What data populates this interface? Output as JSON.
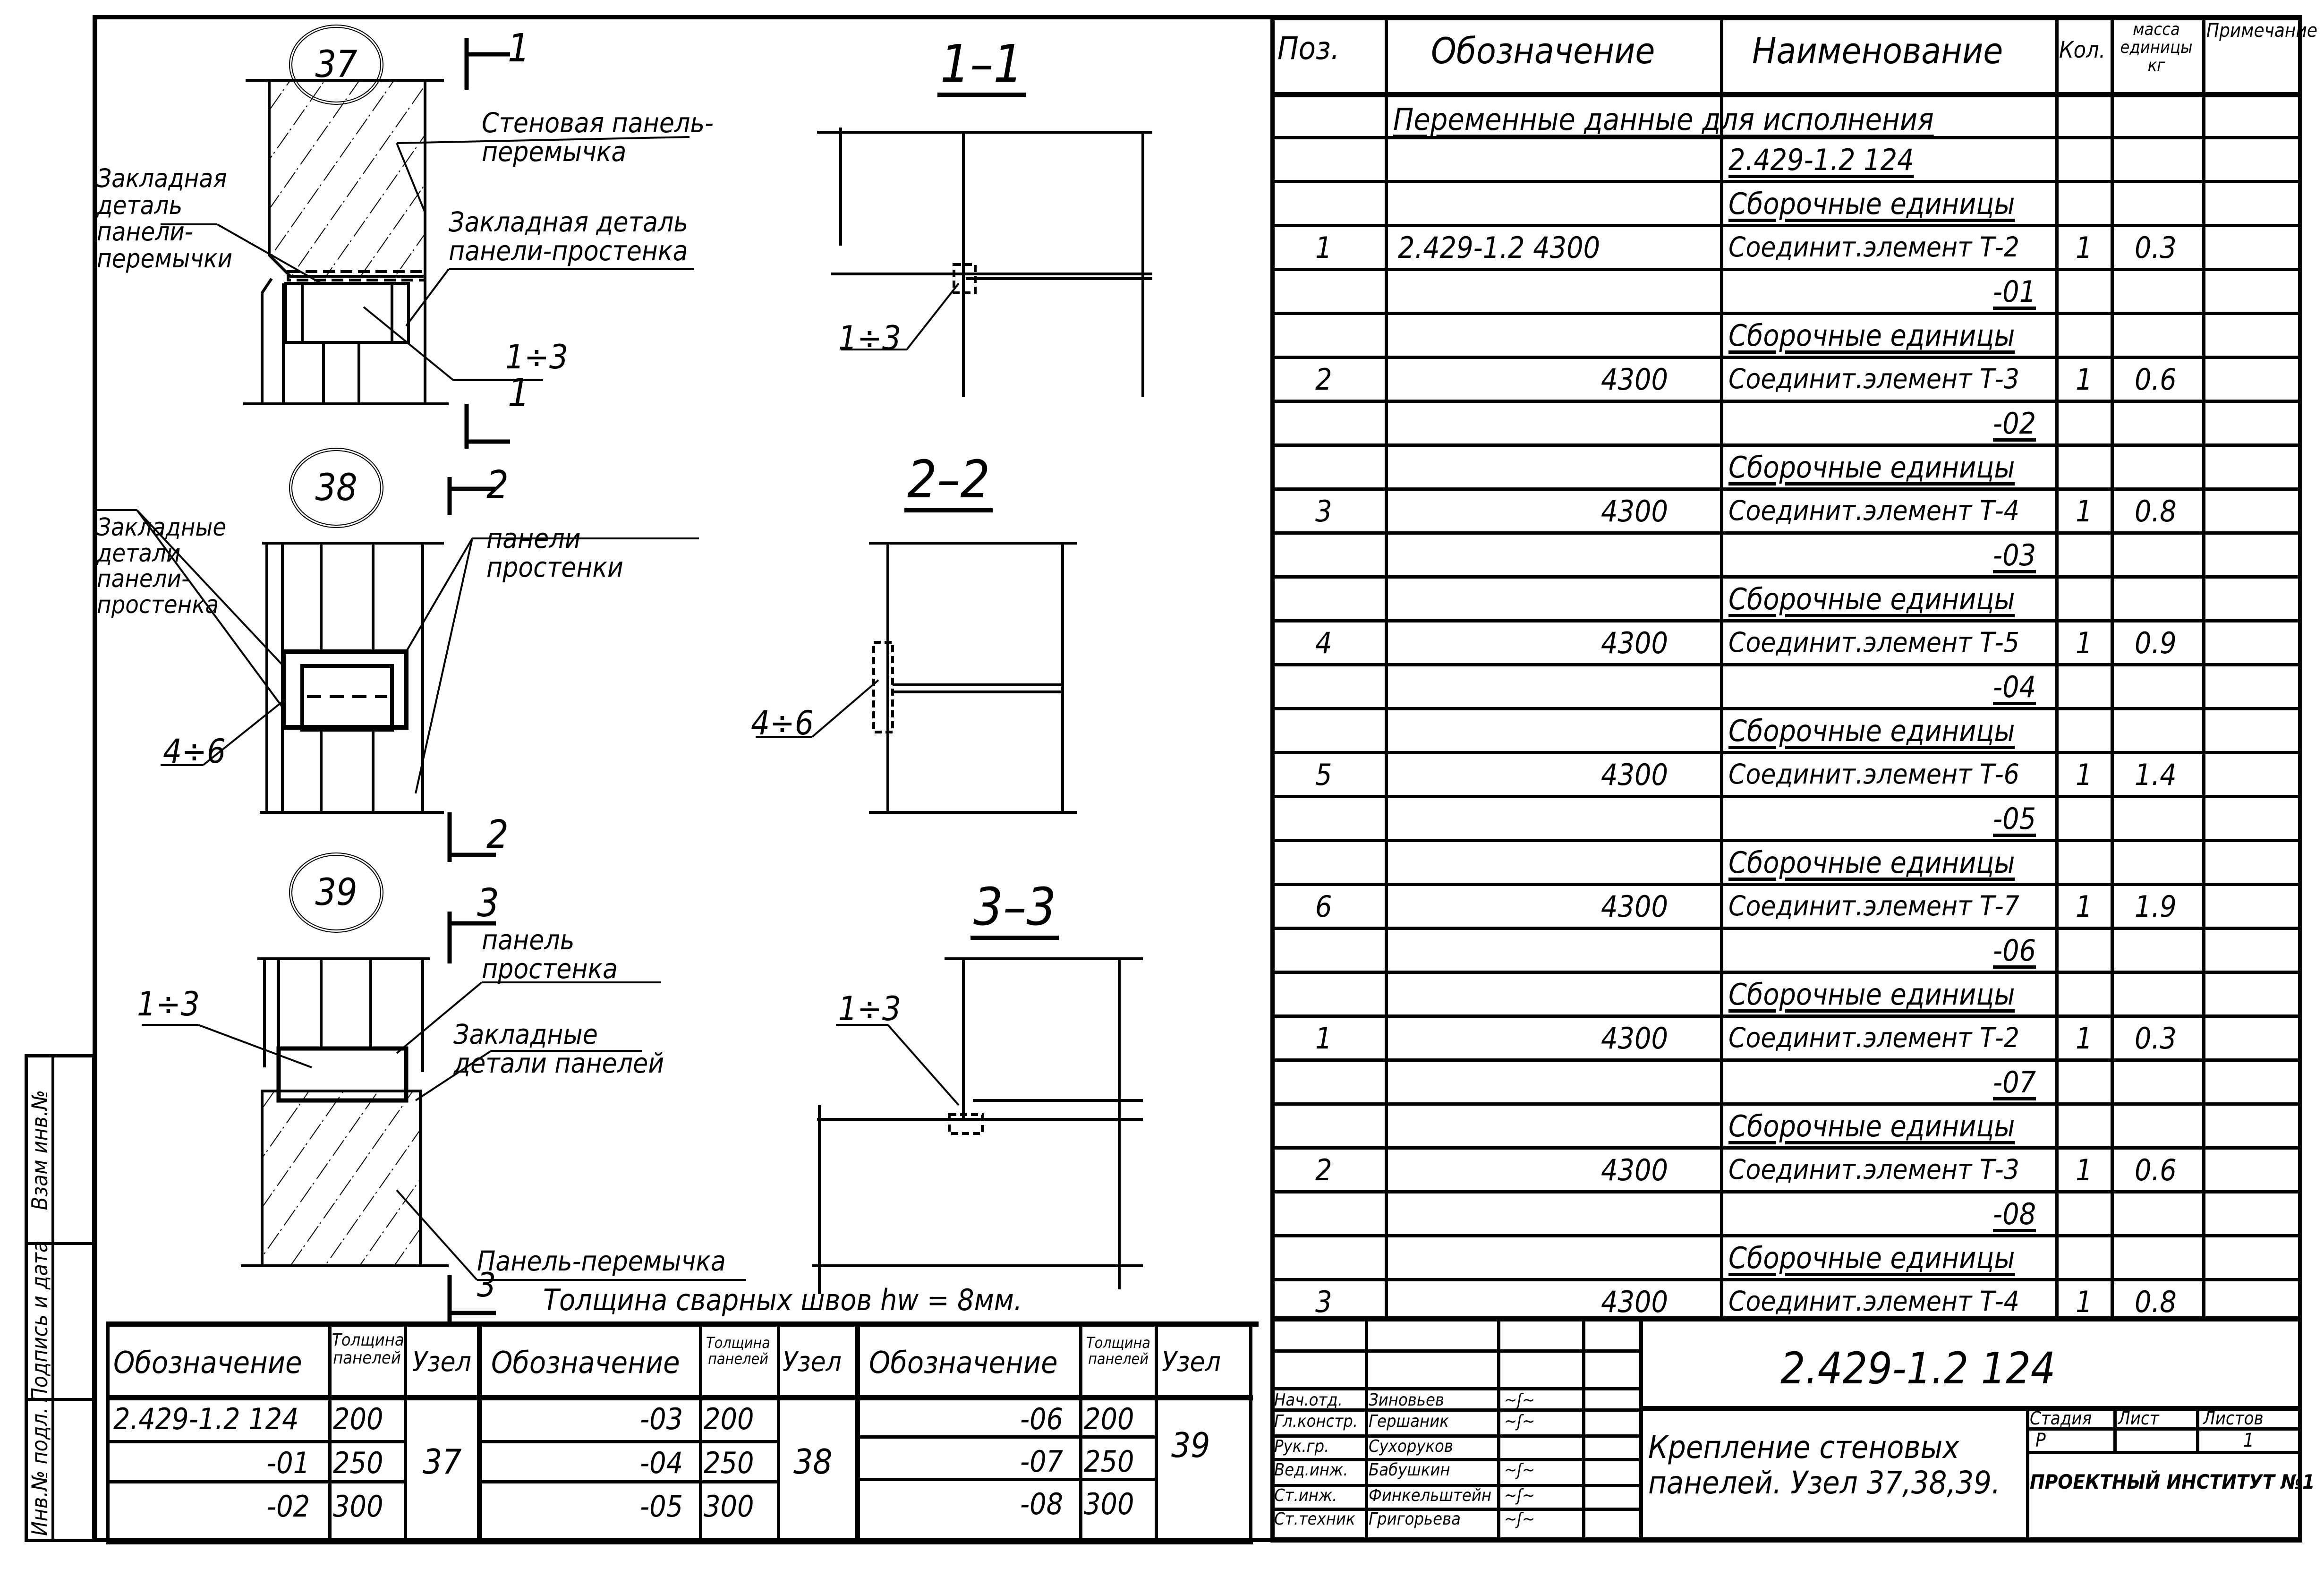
{
  "document": {
    "code": "2.429-1.2   124",
    "title_line1": "Крепление стеновых",
    "title_line2": "панелей. Узел 37,38,39.",
    "organization": "ПРОЕКТНЫЙ ИНСТИТУТ №1",
    "stage_header": "Стадия",
    "sheet_header": "Лист",
    "sheets_header": "Листов",
    "stage": "Р",
    "sheet": "",
    "sheets": "1"
  },
  "signatures": [
    {
      "role": "Нач.отд.",
      "name": "Зиновьев",
      "sign": "sig"
    },
    {
      "role": "Гл.констр.",
      "name": "Гершаник",
      "sign": "sig"
    },
    {
      "role": "Рук.гр.",
      "name": "Сухоруков",
      "sign": ""
    },
    {
      "role": "Вед.инж.",
      "name": "Бабушкин",
      "sign": "sig"
    },
    {
      "role": "Ст.инж.",
      "name": "Финкельштейн",
      "sign": "sig"
    },
    {
      "role": "Ст.техник",
      "name": "Григорьева",
      "sign": "sig"
    }
  ],
  "side_stamp": {
    "inv_replace": "Взам инв.№",
    "sign_date": "Подпись и дата",
    "inv_orig": "Инв.№ подл."
  },
  "spec_table": {
    "headers": {
      "pos": "Поз.",
      "designation": "Обозначение",
      "name": "Наименование",
      "qty": "Кол.",
      "mass": "масса единицы кг",
      "note": "Примечание"
    },
    "section_title": "Переменные данные для исполнения",
    "rows": [
      {
        "pos": "",
        "designation": "",
        "name": "2.429-1.2   124",
        "qty": "",
        "mass": "",
        "type": "sub"
      },
      {
        "pos": "",
        "designation": "",
        "name": "Сборочные единицы",
        "qty": "",
        "mass": "",
        "type": "sub"
      },
      {
        "pos": "1",
        "designation": "2.429-1.2      4300",
        "name": "Соединит.элемент Т-2",
        "qty": "1",
        "mass": "0.3",
        "type": "item"
      },
      {
        "pos": "",
        "designation": "",
        "name": "-01",
        "qty": "",
        "mass": "",
        "type": "var"
      },
      {
        "pos": "",
        "designation": "",
        "name": "Сборочные единицы",
        "qty": "",
        "mass": "",
        "type": "sub"
      },
      {
        "pos": "2",
        "designation": "4300",
        "name": "Соединит.элемент Т-3",
        "qty": "1",
        "mass": "0.6",
        "type": "item"
      },
      {
        "pos": "",
        "designation": "",
        "name": "-02",
        "qty": "",
        "mass": "",
        "type": "var"
      },
      {
        "pos": "",
        "designation": "",
        "name": "Сборочные единицы",
        "qty": "",
        "mass": "",
        "type": "sub"
      },
      {
        "pos": "3",
        "designation": "4300",
        "name": "Соединит.элемент Т-4",
        "qty": "1",
        "mass": "0.8",
        "type": "item"
      },
      {
        "pos": "",
        "designation": "",
        "name": "-03",
        "qty": "",
        "mass": "",
        "type": "var"
      },
      {
        "pos": "",
        "designation": "",
        "name": "Сборочные единицы",
        "qty": "",
        "mass": "",
        "type": "sub"
      },
      {
        "pos": "4",
        "designation": "4300",
        "name": "Соединит.элемент Т-5",
        "qty": "1",
        "mass": "0.9",
        "type": "item"
      },
      {
        "pos": "",
        "designation": "",
        "name": "-04",
        "qty": "",
        "mass": "",
        "type": "var"
      },
      {
        "pos": "",
        "designation": "",
        "name": "Сборочные единицы",
        "qty": "",
        "mass": "",
        "type": "sub"
      },
      {
        "pos": "5",
        "designation": "4300",
        "name": "Соединит.элемент Т-6",
        "qty": "1",
        "mass": "1.4",
        "type": "item"
      },
      {
        "pos": "",
        "designation": "",
        "name": "-05",
        "qty": "",
        "mass": "",
        "type": "var"
      },
      {
        "pos": "",
        "designation": "",
        "name": "Сборочные единицы",
        "qty": "",
        "mass": "",
        "type": "sub"
      },
      {
        "pos": "6",
        "designation": "4300",
        "name": "Соединит.элемент Т-7",
        "qty": "1",
        "mass": "1.9",
        "type": "item"
      },
      {
        "pos": "",
        "designation": "",
        "name": "-06",
        "qty": "",
        "mass": "",
        "type": "var"
      },
      {
        "pos": "",
        "designation": "",
        "name": "Сборочные единицы",
        "qty": "",
        "mass": "",
        "type": "sub"
      },
      {
        "pos": "1",
        "designation": "4300",
        "name": "Соединит.элемент Т-2",
        "qty": "1",
        "mass": "0.3",
        "type": "item"
      },
      {
        "pos": "",
        "designation": "",
        "name": "-07",
        "qty": "",
        "mass": "",
        "type": "var"
      },
      {
        "pos": "",
        "designation": "",
        "name": "Сборочные единицы",
        "qty": "",
        "mass": "",
        "type": "sub"
      },
      {
        "pos": "2",
        "designation": "4300",
        "name": "Соединит.элемент Т-3",
        "qty": "1",
        "mass": "0.6",
        "type": "item"
      },
      {
        "pos": "",
        "designation": "",
        "name": "-08",
        "qty": "",
        "mass": "",
        "type": "var"
      },
      {
        "pos": "",
        "designation": "",
        "name": "Сборочные единицы",
        "qty": "",
        "mass": "",
        "type": "sub"
      },
      {
        "pos": "3",
        "designation": "4300",
        "name": "Соединит.элемент Т-4",
        "qty": "1",
        "mass": "0.8",
        "type": "item"
      }
    ]
  },
  "variants_table": {
    "headers": {
      "designation": "Обозначение",
      "thickness": "Толщина панелей",
      "node": "Узел"
    },
    "groups": [
      {
        "node": "37",
        "rows": [
          {
            "designation": "2.429-1.2  124",
            "thickness": "200"
          },
          {
            "designation": "-01",
            "thickness": "250"
          },
          {
            "designation": "-02",
            "thickness": "300"
          }
        ]
      },
      {
        "node": "38",
        "rows": [
          {
            "designation": "-03",
            "thickness": "200"
          },
          {
            "designation": "-04",
            "thickness": "250"
          },
          {
            "designation": "-05",
            "thickness": "300"
          }
        ]
      },
      {
        "node": "39",
        "rows": [
          {
            "designation": "-06",
            "thickness": "200"
          },
          {
            "designation": "-07",
            "thickness": "250"
          },
          {
            "designation": "-08",
            "thickness": "300"
          }
        ]
      }
    ]
  },
  "drawings": {
    "node37": {
      "bubble": "37",
      "cut_mark": "1",
      "label_wall_panel": "Стеновая панель-перемычка",
      "label_embed_lintel": "Закладная деталь панели-перемычки",
      "label_embed_pier": "Закладная деталь панели-простенка",
      "pos_ref": "1÷3"
    },
    "node38": {
      "bubble": "38",
      "cut_mark": "2",
      "label_embeds": "Закладные детали панели-простенка",
      "label_panels": "панели простенки",
      "pos_ref": "4÷6"
    },
    "node39": {
      "bubble": "39",
      "cut_mark": "3",
      "label_pier_panel": "панель простенка",
      "label_embeds": "Закладные детали панелей",
      "label_lintel": "Панель-перемычка",
      "pos_ref": "1÷3"
    },
    "section1": {
      "title": "1–1",
      "pos_ref": "1÷3"
    },
    "section2": {
      "title": "2–2",
      "pos_ref": "4÷6"
    },
    "section3": {
      "title": "3–3",
      "pos_ref": "1÷3"
    },
    "weld_note": "Толщина сварных швов   hw = 8мм."
  }
}
